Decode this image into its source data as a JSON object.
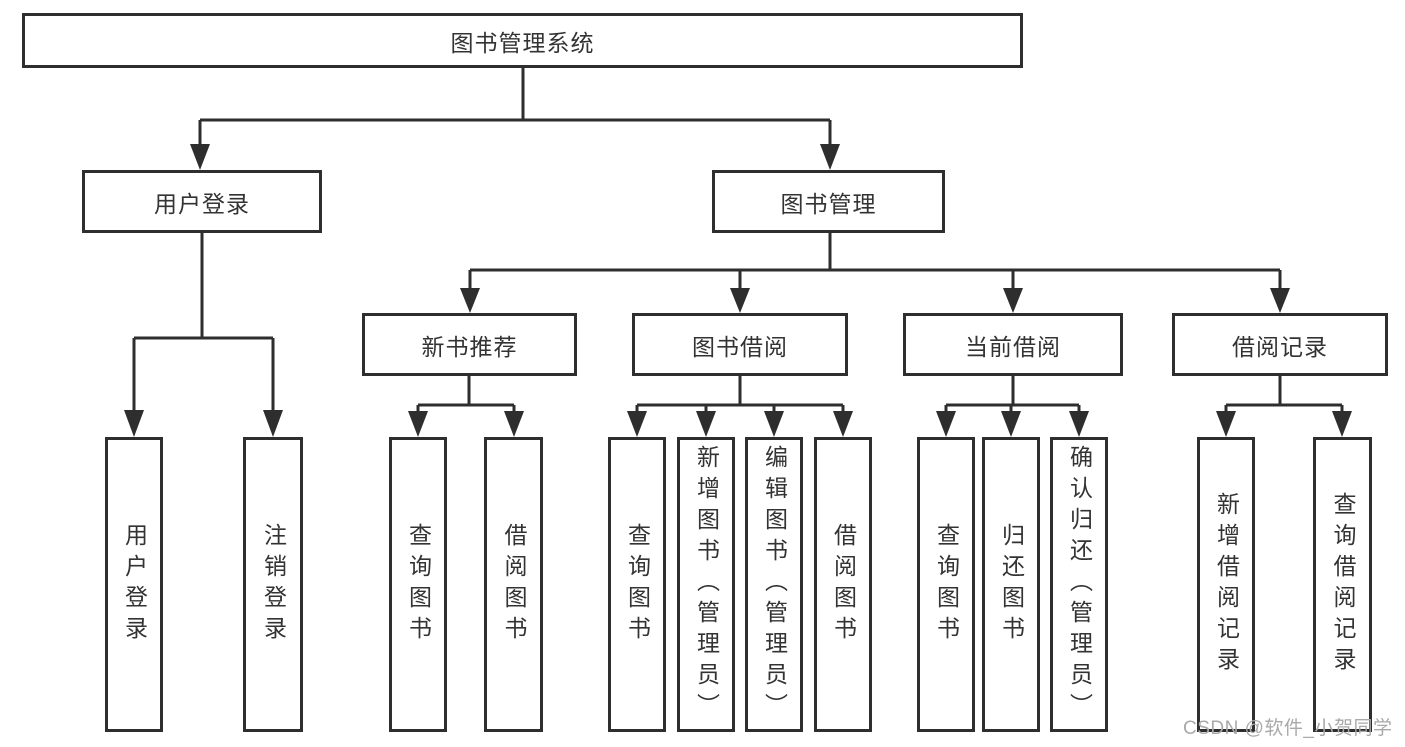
{
  "tree": {
    "root": {
      "label": "图书管理系统"
    },
    "branches": [
      {
        "label": "用户登录",
        "children": [
          {
            "label": "用户登录"
          },
          {
            "label": "注销登录"
          }
        ]
      },
      {
        "label": "图书管理",
        "children": [
          {
            "label": "新书推荐",
            "children": [
              {
                "label": "查询图书"
              },
              {
                "label": "借阅图书"
              }
            ]
          },
          {
            "label": "图书借阅",
            "children": [
              {
                "label": "查询图书"
              },
              {
                "label": "新增图书（管理员）"
              },
              {
                "label": "编辑图书（管理员）"
              },
              {
                "label": "借阅图书"
              }
            ]
          },
          {
            "label": "当前借阅",
            "children": [
              {
                "label": "查询图书"
              },
              {
                "label": "归还图书"
              },
              {
                "label": "确认归还（管理员）"
              }
            ]
          },
          {
            "label": "借阅记录",
            "children": [
              {
                "label": "新增借阅记录"
              },
              {
                "label": "查询借阅记录"
              }
            ]
          }
        ]
      }
    ]
  },
  "watermark": {
    "text": "CSDN @软件_小贺同学"
  },
  "colors": {
    "line": "#2e2e2e",
    "text": "#333333",
    "background": "#ffffff",
    "watermark": "#a9a9a9"
  }
}
